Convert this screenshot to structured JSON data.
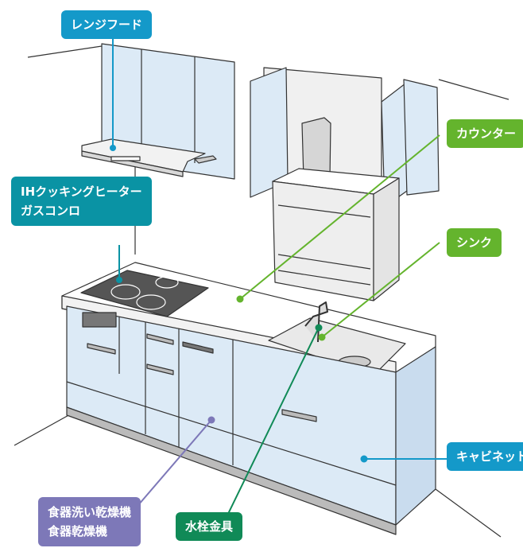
{
  "labels": {
    "range_hood": "レンジフード",
    "counter": "カウンター",
    "ih_line1": "IHクッキングヒーター",
    "ih_line2": "ガスコンロ",
    "sink": "シンク",
    "cabinet": "キャビネット",
    "dishwasher_line1": "食器洗い乾燥機",
    "dishwasher_line2": "食器乾燥機",
    "faucet": "水栓金具"
  },
  "colors": {
    "range_hood_tag": "#1499c9",
    "counter_tag": "#64b42d",
    "ih_tag": "#0a93a4",
    "sink_tag": "#64b42d",
    "cabinet_tag": "#1499c9",
    "dishwasher_tag": "#7d78b8",
    "faucet_tag": "#108a57",
    "cabinet_fill": "#dceaf6",
    "outline": "#333333"
  }
}
